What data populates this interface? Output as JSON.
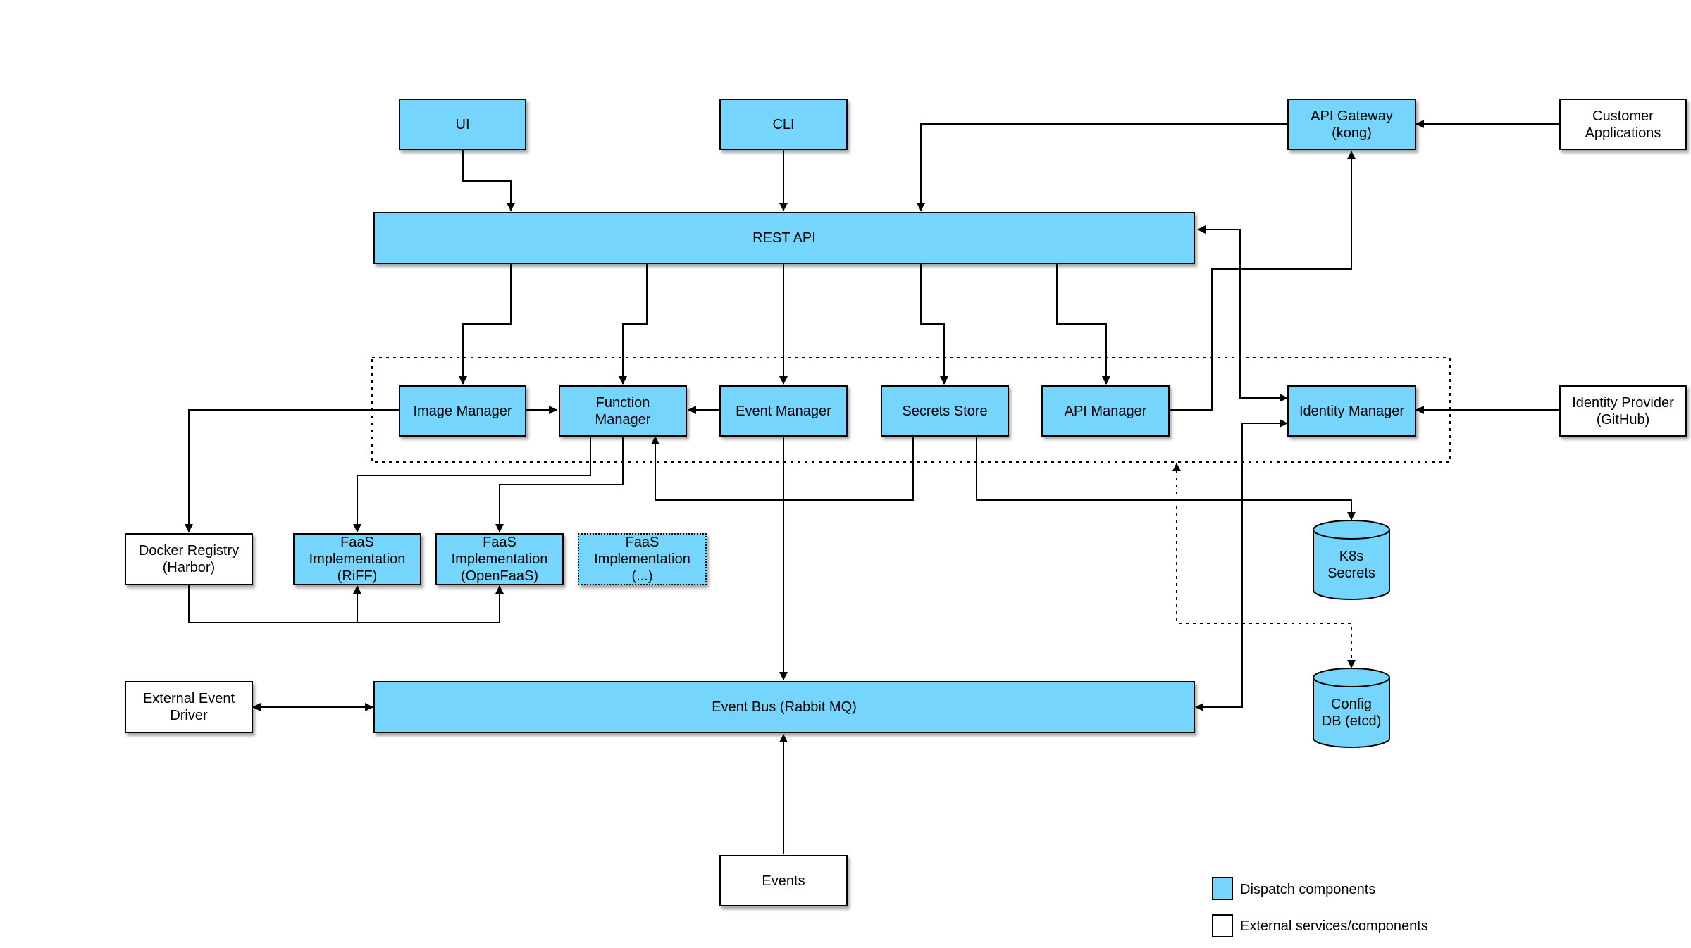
{
  "colors": {
    "component": "#76d5fd",
    "external": "#ffffff",
    "line": "#000000"
  },
  "nodes": {
    "ui": "UI",
    "cli": "CLI",
    "api_gateway": "API Gateway\n(kong)",
    "customer_apps": "Customer\nApplications",
    "rest_api": "REST API",
    "image_manager": "Image Manager",
    "function_manager": "Function\nManager",
    "event_manager": "Event Manager",
    "secrets_store": "Secrets Store",
    "api_manager": "API Manager",
    "identity_manager": "Identity Manager",
    "identity_provider": "Identity Provider\n(GitHub)",
    "docker_registry": "Docker Registry\n(Harbor)",
    "faas_riff": "FaaS\nImplementation\n(RiFF)",
    "faas_openfaas": "FaaS\nImplementation\n(OpenFaaS)",
    "faas_other": "FaaS\nImplementation\n(...)",
    "k8s_secrets": "K8s\nSecrets",
    "config_db": "Config\nDB (etcd)",
    "external_event_driver": "External Event\nDriver",
    "event_bus": "Event Bus (Rabbit MQ)",
    "events": "Events"
  },
  "legend": {
    "dispatch": "Dispatch components",
    "external": "External services/components"
  }
}
